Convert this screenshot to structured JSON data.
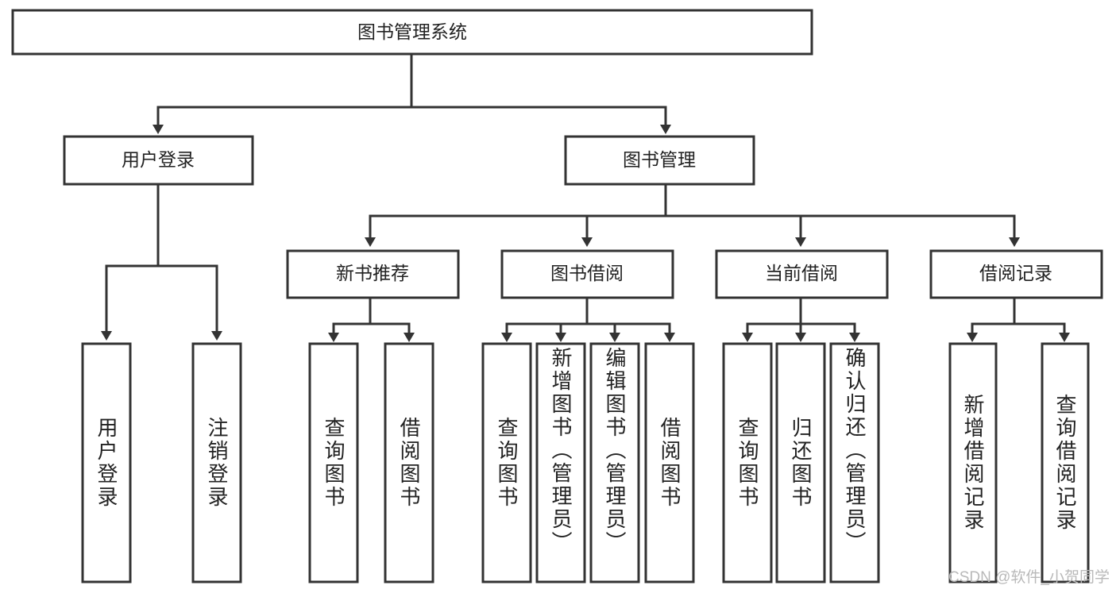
{
  "diagram": {
    "title": "图书管理系统",
    "watermark": "CSDN @软件_小贺同学",
    "colors": {
      "stroke": "#333333",
      "fill": "#ffffff",
      "text": "#222222",
      "watermark": "#b9b9b9"
    },
    "levels": {
      "root": {
        "label": "图书管理系统"
      },
      "level2": [
        {
          "label": "用户登录"
        },
        {
          "label": "图书管理"
        }
      ],
      "level3": [
        {
          "label": "新书推荐"
        },
        {
          "label": "图书借阅"
        },
        {
          "label": "当前借阅"
        },
        {
          "label": "借阅记录"
        }
      ]
    },
    "nodes": {
      "root": "图书管理系统",
      "user_login": "用户登录",
      "book_manage": "图书管理",
      "new_book_rec": "新书推荐",
      "book_borrow": "图书借阅",
      "current_borrow": "当前借阅",
      "borrow_record": "借阅记录",
      "leaf_user_login": "用户登录",
      "leaf_logout": "注销登录",
      "leaf_query_book_a": "查询图书",
      "leaf_borrow_book_a": "借阅图书",
      "leaf_query_book_b": "查询图书",
      "leaf_add_book": "新增图书（管理员）",
      "leaf_edit_book": "编辑图书（管理员）",
      "leaf_borrow_book_b": "借阅图书",
      "leaf_query_book_c": "查询图书",
      "leaf_return_book": "归还图书",
      "leaf_confirm_return": "确认归还（管理员）",
      "leaf_add_record": "新增借阅记录",
      "leaf_query_record": "查询借阅记录"
    },
    "leaf_groups": [
      {
        "parent": "用户登录",
        "children": [
          "用户登录",
          "注销登录"
        ]
      },
      {
        "parent": "新书推荐",
        "children": [
          "查询图书",
          "借阅图书"
        ]
      },
      {
        "parent": "图书借阅",
        "children": [
          "查询图书",
          "新增图书（管理员）",
          "编辑图书（管理员）",
          "借阅图书"
        ]
      },
      {
        "parent": "当前借阅",
        "children": [
          "查询图书",
          "归还图书",
          "确认归还（管理员）"
        ]
      },
      {
        "parent": "借阅记录",
        "children": [
          "新增借阅记录",
          "查询借阅记录"
        ]
      }
    ]
  }
}
